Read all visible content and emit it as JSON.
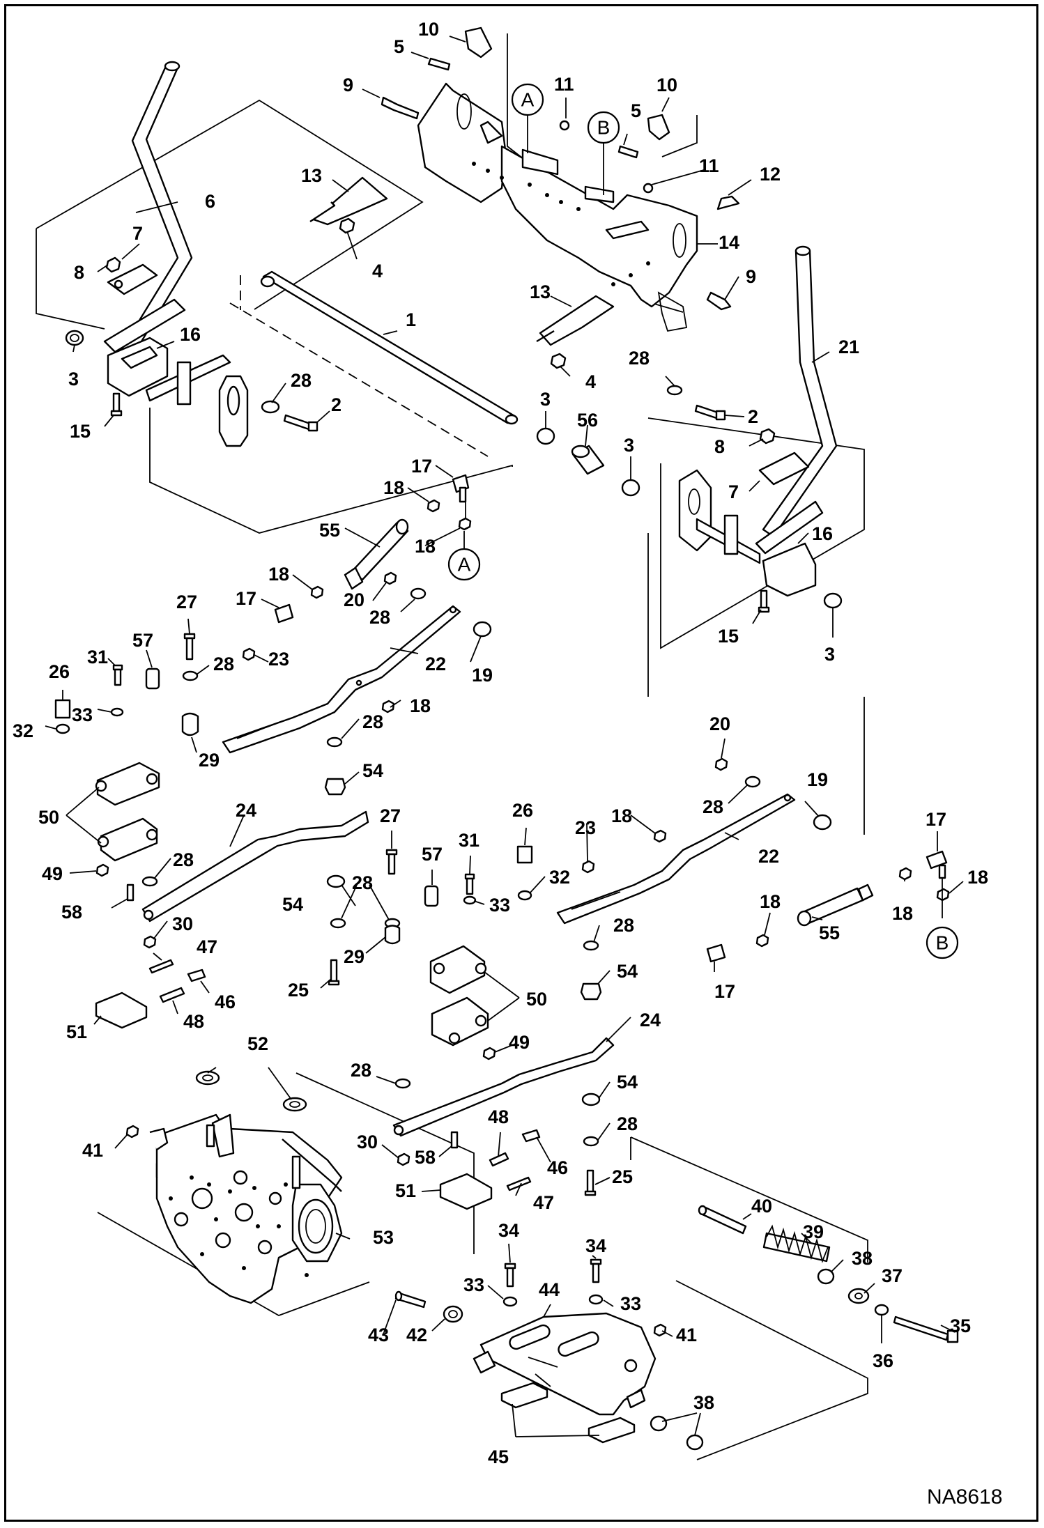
{
  "drawing_code": "NA8618",
  "reference_markers": [
    "A",
    "B"
  ],
  "part_numbers": [
    "1",
    "2",
    "3",
    "4",
    "5",
    "6",
    "7",
    "8",
    "9",
    "10",
    "11",
    "12",
    "13",
    "14",
    "15",
    "16",
    "17",
    "18",
    "19",
    "20",
    "21",
    "22",
    "23",
    "24",
    "25",
    "26",
    "27",
    "28",
    "29",
    "30",
    "31",
    "32",
    "33",
    "34",
    "35",
    "36",
    "37",
    "38",
    "39",
    "40",
    "41",
    "42",
    "43",
    "44",
    "45",
    "46",
    "47",
    "48",
    "49",
    "50",
    "51",
    "52",
    "53",
    "54",
    "55",
    "56",
    "57",
    "58"
  ]
}
